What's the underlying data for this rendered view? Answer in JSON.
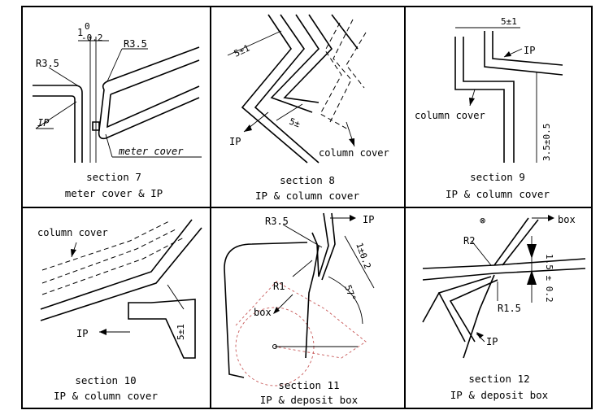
{
  "panels": [
    {
      "section": "section 7",
      "subtitle": "meter cover & IP",
      "labels": {
        "dim_top": "1",
        "tol_up": "0",
        "tol_down": "-0.2",
        "r_left": "R3.5",
        "r_right": "R3.5",
        "ip": "IP",
        "meter": "meter cover"
      }
    },
    {
      "section": "section 8",
      "subtitle": "IP & column cover",
      "labels": {
        "dim1": "5±1",
        "dim2": "5±",
        "ip": "IP",
        "column": "column cover"
      }
    },
    {
      "section": "section 9",
      "subtitle": "IP & column cover",
      "labels": {
        "dim1": "5±1",
        "ip": "IP",
        "column": "column cover",
        "dim2": "3.5±0.5"
      }
    },
    {
      "section": "section 10",
      "subtitle": "IP & column cover",
      "labels": {
        "column": "column cover",
        "ip": "IP",
        "dim1": "5±1"
      }
    },
    {
      "section": "section 11",
      "subtitle": "IP & deposit box",
      "labels": {
        "ip": "IP",
        "r1": "R3.5",
        "r2": "R1",
        "box": "box",
        "dim1": "1±0.2",
        "angle": "57°"
      }
    },
    {
      "section": "section 12",
      "subtitle": "IP & deposit box",
      "labels": {
        "sym": "⊗",
        "box": "box",
        "r1": "R2",
        "r2": "R1.5",
        "ip": "IP",
        "dim1": "1.5 ± 0.2"
      }
    }
  ]
}
